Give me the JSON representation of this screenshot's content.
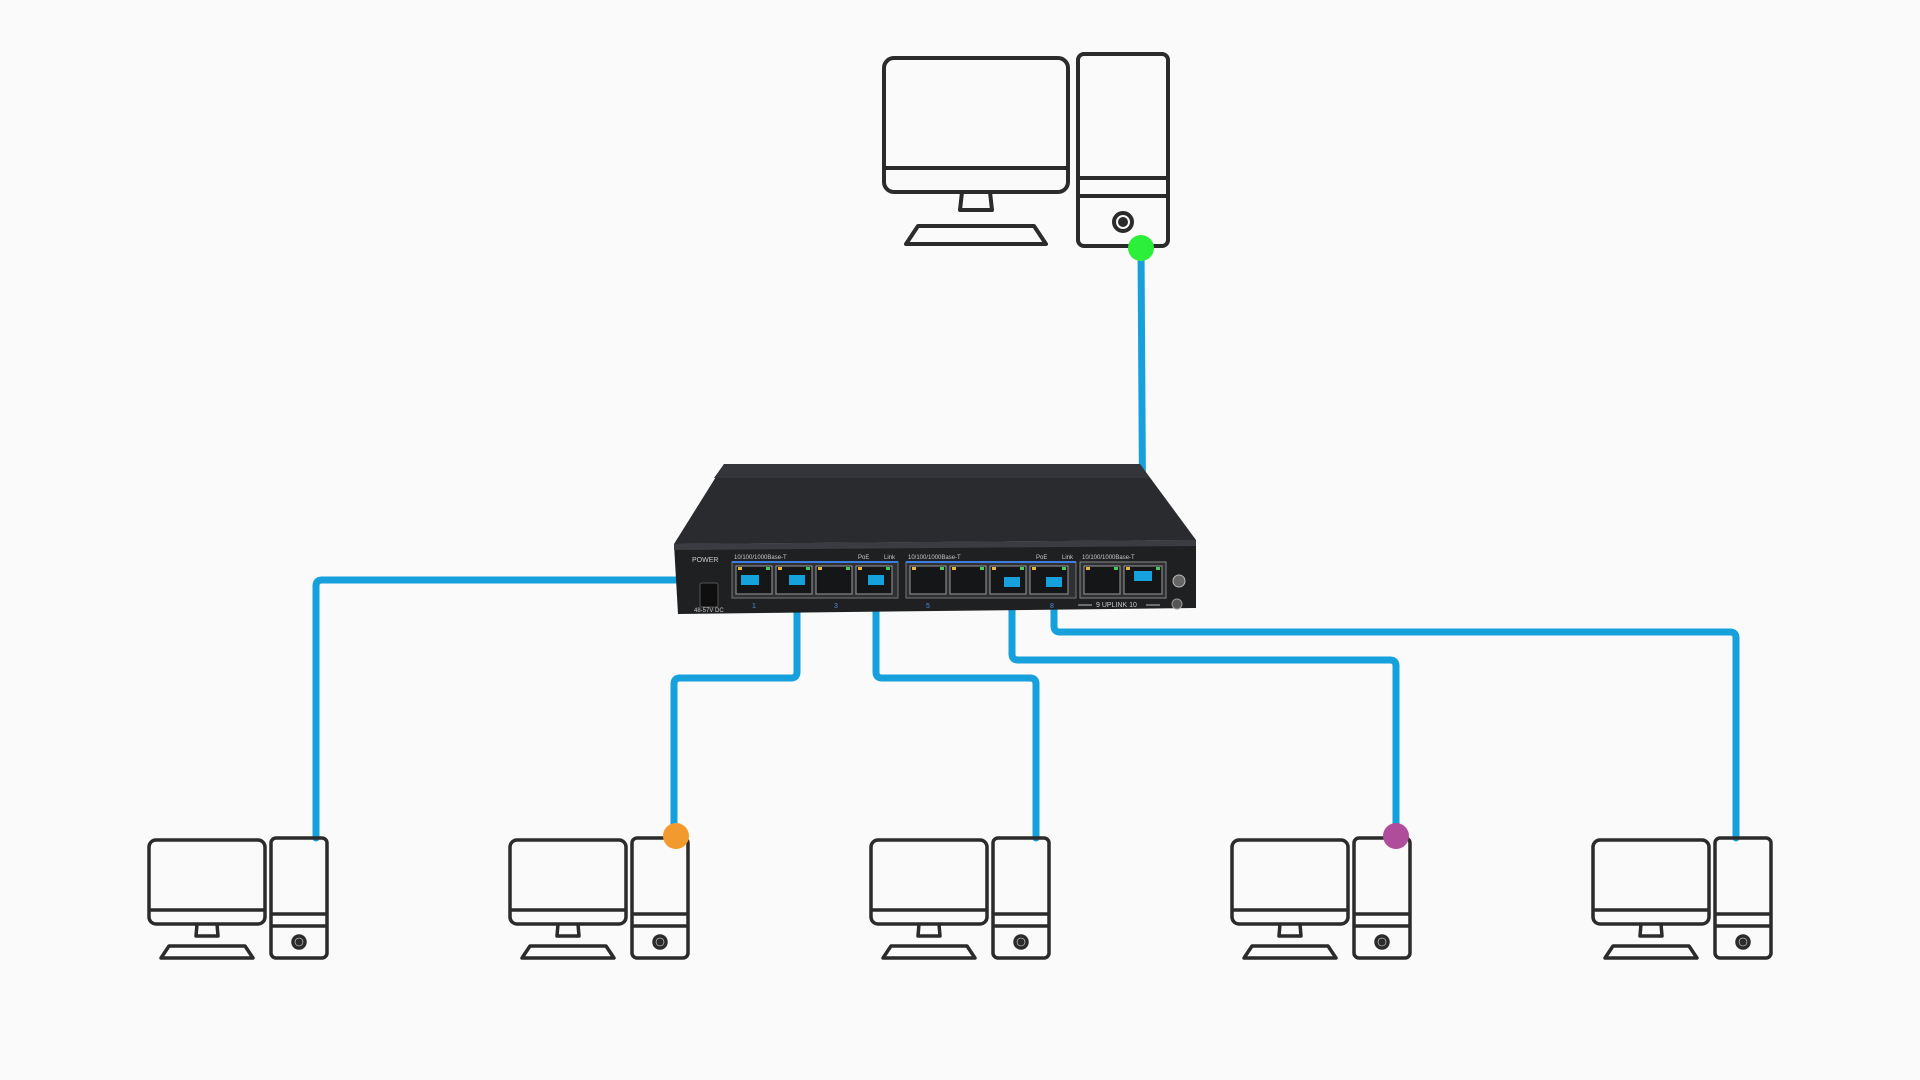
{
  "switch": {
    "power_label": "POWER",
    "voltage_label": "48-57V DC",
    "group1_speed_label": "10/100/1000Base-T",
    "group2_speed_label": "10/100/1000Base-T",
    "uplink_speed_label": "10/100/1000Base-T",
    "poe_label_1": "PoE",
    "link_label_1": "Link",
    "poe_label_2": "PoE",
    "link_label_2": "Link",
    "uplink_label": "9  UPLINK  10",
    "port_numbers": [
      "1",
      "3",
      "5",
      "8"
    ]
  },
  "colors": {
    "cable": "#16a0dc",
    "active_dot": "#2bef3a",
    "dot_orange": "#f29a2e",
    "dot_purple": "#b04d9a",
    "icon_stroke": "#2b2b2b",
    "switch_body": "#1f2022",
    "switch_top": "#2a2b2e"
  },
  "icons": [
    "server-computer-icon",
    "client-computer-icon-1",
    "client-computer-icon-2",
    "client-computer-icon-3",
    "client-computer-icon-4",
    "client-computer-icon-5",
    "network-switch-icon"
  ]
}
